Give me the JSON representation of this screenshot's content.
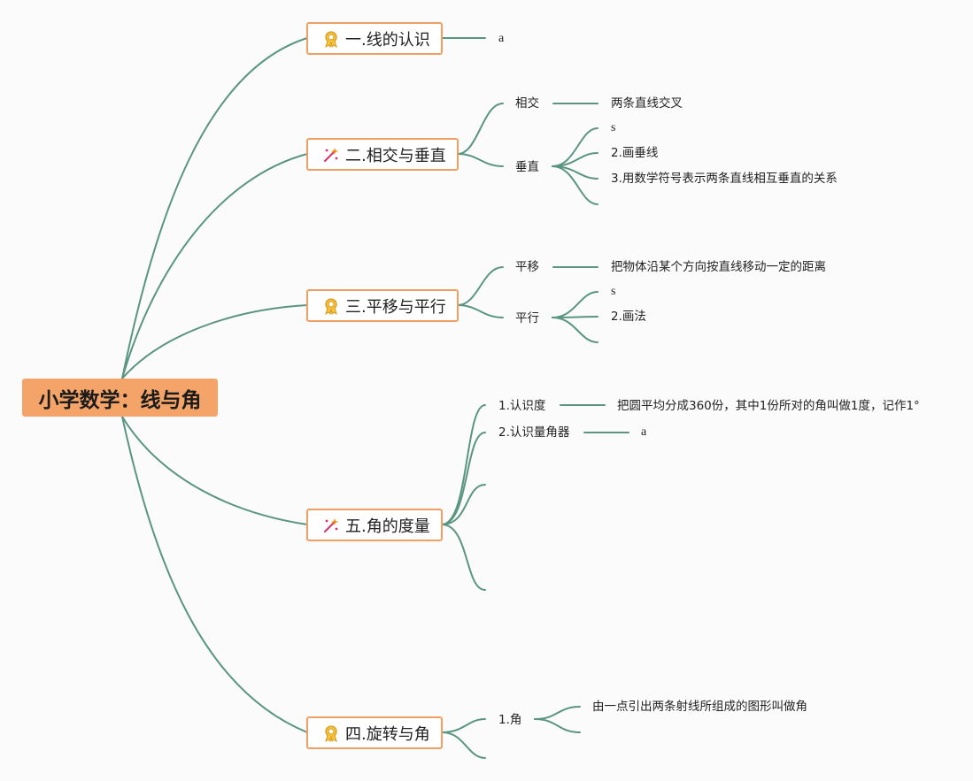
{
  "root": "小学数学：线与角",
  "colors": {
    "branch": "#5a9582",
    "root_fill": "#f4a469",
    "topic_border": "#ef9f62"
  },
  "topics": [
    {
      "icon": "award-ribbon-icon",
      "label": "一.线的认识",
      "children": [
        {
          "label": "a"
        }
      ]
    },
    {
      "icon": "magic-wand-icon",
      "label": "二.相交与垂直",
      "children": [
        {
          "label": "相交",
          "children": [
            {
              "label": "两条直线交叉"
            }
          ]
        },
        {
          "label": "垂直",
          "children": [
            {
              "label": "s"
            },
            {
              "label": "2.画垂线"
            },
            {
              "label": "3.用数学符号表示两条直线相互垂直的关系"
            },
            {
              "label": ""
            }
          ]
        }
      ]
    },
    {
      "icon": "award-ribbon-icon",
      "label": "三.平移与平行",
      "children": [
        {
          "label": "平移",
          "children": [
            {
              "label": "把物体沿某个方向按直线移动一定的距离"
            }
          ]
        },
        {
          "label": "平行",
          "children": [
            {
              "label": "s"
            },
            {
              "label": "2.画法"
            },
            {
              "label": ""
            }
          ]
        }
      ]
    },
    {
      "icon": "magic-wand-icon",
      "label": "五.角的度量",
      "children": [
        {
          "label": "1.认识度",
          "children": [
            {
              "label": "把圆平均分成360份，其中1份所对的角叫做1度，记作1°"
            }
          ]
        },
        {
          "label": "2.认识量角器",
          "children": [
            {
              "label": "a"
            }
          ]
        },
        {
          "label": ""
        },
        {
          "label": ""
        }
      ]
    },
    {
      "icon": "award-ribbon-icon",
      "label": "四.旋转与角",
      "children": [
        {
          "label": "1.角",
          "children": [
            {
              "label": "由一点引出两条射线所组成的图形叫做角"
            },
            {
              "label": ""
            }
          ]
        },
        {
          "label": ""
        }
      ]
    }
  ]
}
